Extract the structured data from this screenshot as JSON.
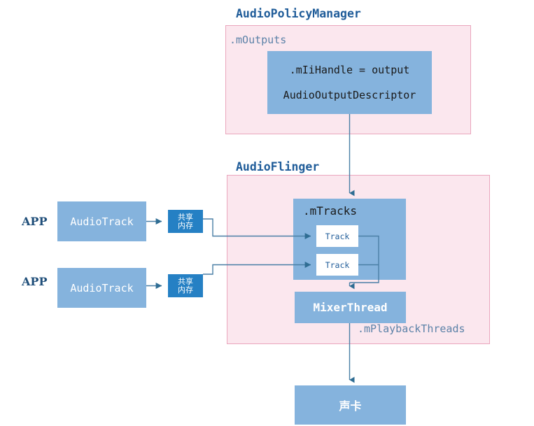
{
  "diagram": {
    "title_audio_policy_manager": "AudioPolicyManager",
    "title_audio_flinger": "AudioFlinger",
    "field_m_outputs": ".mOutputs",
    "field_m_playback_threads": ".mPlaybackThreads",
    "descriptor_line1": ".mIiHandle = output",
    "descriptor_line2": "AudioOutputDescriptor",
    "m_tracks_label": ".mTracks",
    "track_label_1": "Track",
    "track_label_2": "Track",
    "mixer_thread_label": "MixerThread",
    "app_label_1": "APP",
    "app_label_2": "APP",
    "audio_track_1": "AudioTrack",
    "audio_track_2": "AudioTrack",
    "shared_memory_1_line1": "共享",
    "shared_memory_1_line2": "内存",
    "shared_memory_2_line1": "共享",
    "shared_memory_2_line2": "内存",
    "sound_card_label": "声卡"
  },
  "colors": {
    "group_bg": "#fbe7ee",
    "group_border": "#eaa6bd",
    "title_blue": "#1f5c99",
    "field_blue": "#5c82a8",
    "box_blue": "#85b3dd",
    "shm_blue": "#2580c4",
    "connector": "#4a7fa5",
    "white": "#ffffff"
  }
}
